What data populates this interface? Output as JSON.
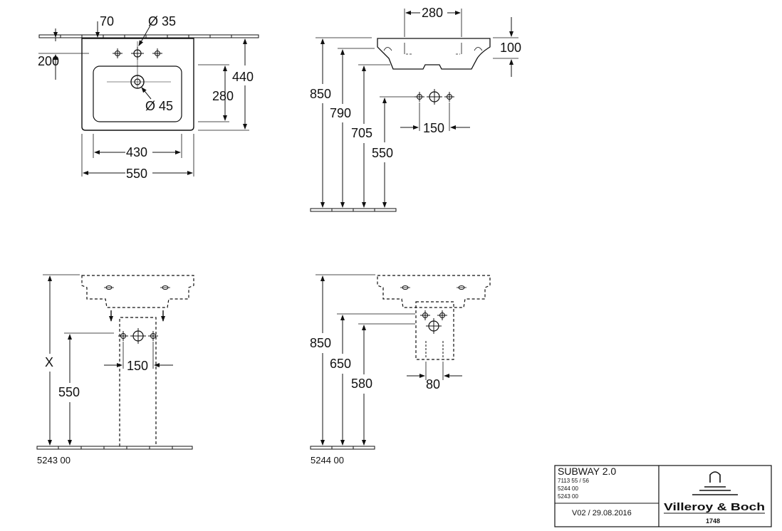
{
  "top_view": {
    "dims": {
      "tap_offset": "70",
      "tap_hole_diameter": "Ø 35",
      "depth_to_tap": "200",
      "overflow_diameter": "Ø 45",
      "bowl_depth": "280",
      "total_depth": "440",
      "bowl_width": "430",
      "total_width": "550"
    }
  },
  "side_view": {
    "dims": {
      "hole_spacing": "280",
      "basin_height": "100",
      "height_850": "850",
      "height_790": "790",
      "height_705": "705",
      "height_550": "550",
      "waste_spacing": "150"
    }
  },
  "pedestal_5243": {
    "dims": {
      "height_x": "X",
      "height_550": "550",
      "waste_spacing": "150"
    },
    "code": "5243 00"
  },
  "siphon_5244": {
    "dims": {
      "height_850": "850",
      "height_650": "650",
      "height_580": "580",
      "spacing_80": "80"
    },
    "code": "5244 00"
  },
  "title_block": {
    "product": "SUBWAY 2.0",
    "article_1": "7113 55 / 56",
    "article_2": "5244 00",
    "article_3": "5243 00",
    "version": "V02 / 29.08.2016",
    "brand": "Villeroy & Boch",
    "brand_year": "1748"
  },
  "colors": {
    "line": "#111111",
    "background": "#ffffff"
  }
}
